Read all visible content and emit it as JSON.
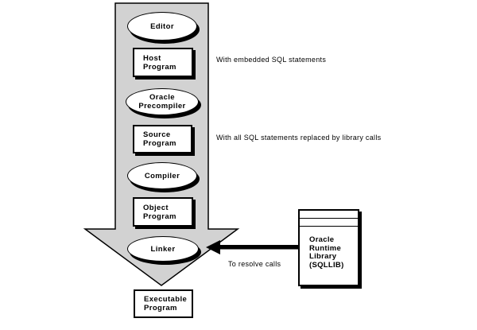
{
  "flow": {
    "editor": "Editor",
    "host_program": "Host\nProgram",
    "oracle_precompiler": "Oracle\nPrecompiler",
    "source_program": "Source\nProgram",
    "compiler": "Compiler",
    "object_program": "Object\nProgram",
    "linker": "Linker",
    "executable_program": "Executable\nProgram"
  },
  "annotations": {
    "host_program": "With embedded SQL statements",
    "source_program": "With all SQL statements replaced by library calls",
    "linker": "To resolve calls"
  },
  "library_box": {
    "label": "Oracle\nRuntime\nLibrary\n(SQLLIB)"
  },
  "colors": {
    "arrow_fill": "#d2d2d2",
    "line": "#000000",
    "shape_fill": "#ffffff"
  }
}
